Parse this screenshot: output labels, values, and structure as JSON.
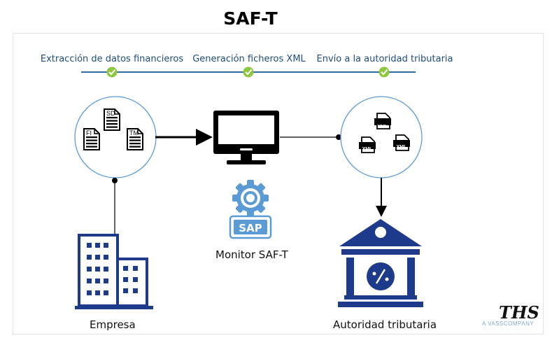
{
  "title": "SAF-T",
  "steps": [
    "Extracción de datos financieros",
    "Generación ficheros XML",
    "Envío a la autoridad tributaria"
  ],
  "docs": {
    "fi": "FI",
    "sd": "SD",
    "tm": "TM"
  },
  "xml": "XML",
  "sap": "SAP",
  "labels": {
    "monitor": "Monitor SAF-T",
    "empresa": "Empresa",
    "autoridad": "Autoridad tributaria"
  },
  "logo": {
    "mark": "THS",
    "sub": "A VASSCOMPANY"
  },
  "colors": {
    "navy": "#1e3a8a",
    "light_blue": "#5b9bd5",
    "check_green": "#8dc63f",
    "step_text": "#1f4e79"
  }
}
